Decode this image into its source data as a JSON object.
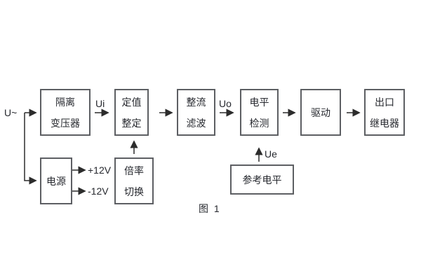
{
  "figure": {
    "caption": "图 1"
  },
  "colors": {
    "background": "#ffffff",
    "line": "#2c2c2c",
    "box_border": "#5d5f63",
    "text": "#26282e"
  },
  "blocks": [
    {
      "id": "isolation-transformer",
      "label": "隔离\n变压器"
    },
    {
      "id": "setting-adjustment",
      "label": "定值\n整定"
    },
    {
      "id": "rectifier-filter",
      "label": "整流\n滤波"
    },
    {
      "id": "level-detection",
      "label": "电平\n检测"
    },
    {
      "id": "drive",
      "label": "驱动"
    },
    {
      "id": "output-relay",
      "label": "出口\n继电器"
    },
    {
      "id": "power-supply",
      "label": "电源"
    },
    {
      "id": "multiplier-switch",
      "label": "倍率\n切换"
    },
    {
      "id": "reference-level",
      "label": "参考电平"
    }
  ],
  "signals": {
    "input": "U~",
    "ui": "Ui",
    "uo": "Uo",
    "ue": "Ue",
    "plus12v": "+12V",
    "minus12v": "-12V"
  }
}
